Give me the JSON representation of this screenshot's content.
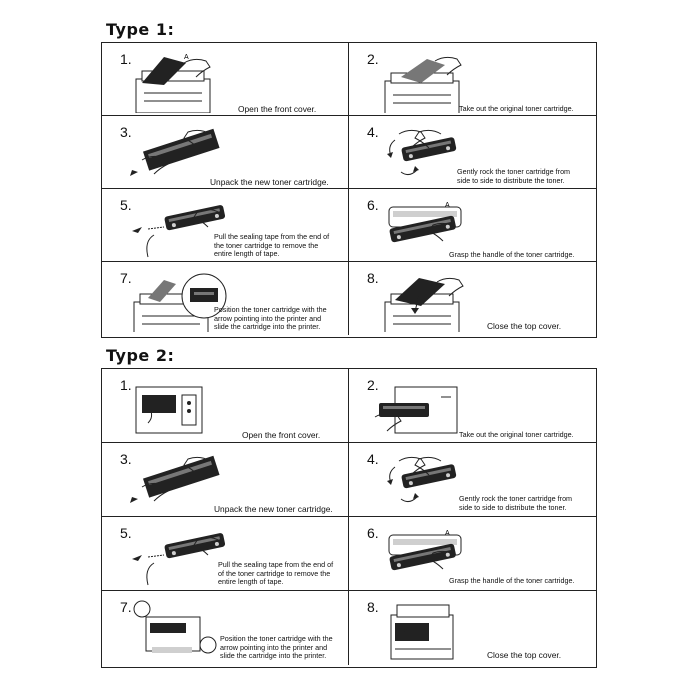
{
  "sections": [
    {
      "title": "Type 1:",
      "steps": [
        {
          "n": "1.",
          "icon": "printer-open-cover-icon",
          "caption": [
            "Open the front cover."
          ]
        },
        {
          "n": "2.",
          "icon": "remove-cartridge-icon",
          "caption": [
            "Take out the original toner cartridge."
          ]
        },
        {
          "n": "3.",
          "icon": "unpack-cartridge-icon",
          "caption": [
            "Unpack the new toner cartridge."
          ]
        },
        {
          "n": "4.",
          "icon": "rock-cartridge-icon",
          "caption": [
            "Gently rock the toner cartridge from",
            "side to side to distribute the toner."
          ]
        },
        {
          "n": "5.",
          "icon": "pull-tape-icon",
          "caption": [
            "Pull the sealing tape from the end of",
            "the toner cartridge to remove the",
            "entire length of tape."
          ]
        },
        {
          "n": "6.",
          "icon": "grasp-handle-icon",
          "caption": [
            "Grasp the handle of the toner cartridge."
          ]
        },
        {
          "n": "7.",
          "icon": "insert-cartridge-icon",
          "caption": [
            "Position the toner cartridge with the",
            "arrow pointing into the printer and",
            "slide the cartridge into the printer."
          ]
        },
        {
          "n": "8.",
          "icon": "close-cover-icon",
          "caption": [
            "Close the top cover."
          ]
        }
      ]
    },
    {
      "title": "Type 2:",
      "steps": [
        {
          "n": "1.",
          "icon": "printer-open-cover-icon",
          "caption": [
            "Open the front cover."
          ]
        },
        {
          "n": "2.",
          "icon": "remove-cartridge-icon",
          "caption": [
            "Take out the original toner cartridge."
          ]
        },
        {
          "n": "3.",
          "icon": "unpack-cartridge-icon",
          "caption": [
            "Unpack the new toner cartridge."
          ]
        },
        {
          "n": "4.",
          "icon": "rock-cartridge-icon",
          "caption": [
            "Gently rock the toner cartridge from",
            "side to side to distribute the toner."
          ]
        },
        {
          "n": "5.",
          "icon": "pull-tape-icon",
          "caption": [
            "Pull the sealing tape from the end of",
            "of the toner cartridge to remove the",
            "entire length of tape."
          ]
        },
        {
          "n": "6.",
          "icon": "grasp-handle-icon",
          "caption": [
            "Grasp the handle of the toner cartridge."
          ]
        },
        {
          "n": "7.",
          "icon": "insert-cartridge-icon",
          "caption": [
            "Position the toner cartridge with the",
            "arrow pointing into the printer and",
            "slide the cartridge into the printer."
          ]
        },
        {
          "n": "8.",
          "icon": "close-cover-icon",
          "caption": [
            "Close the top cover."
          ]
        }
      ]
    }
  ]
}
